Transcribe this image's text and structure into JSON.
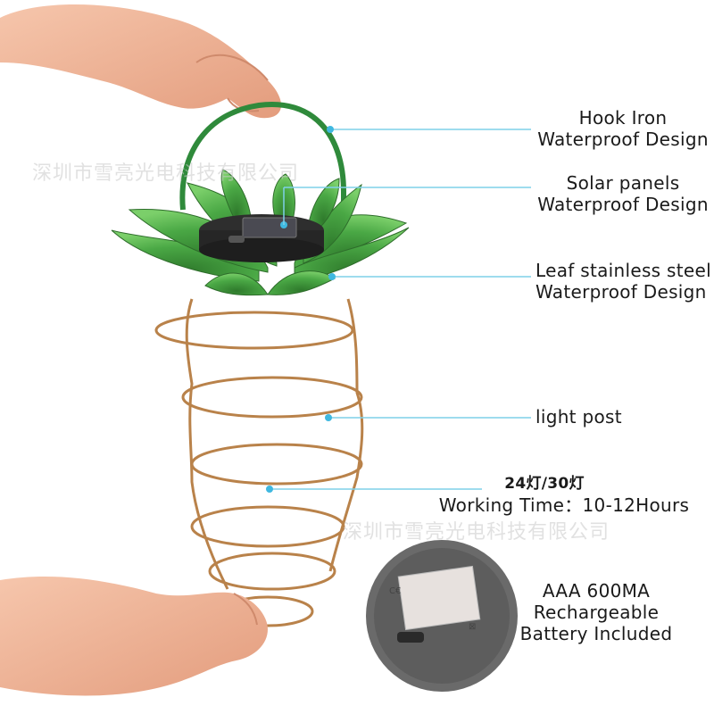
{
  "callouts": {
    "hook": {
      "line1": "Hook Iron",
      "line2": "Waterproof Design"
    },
    "solar": {
      "line1": "Solar panels",
      "line2": "Waterproof Design"
    },
    "leaf": {
      "line1": "Leaf stainless steel",
      "line2": "Waterproof Design"
    },
    "post": {
      "line1": "light post"
    },
    "working": {
      "line1": "24灯/30灯",
      "line2": "Working Time：10-12Hours"
    },
    "battery": {
      "line1": "AAA 600MA",
      "line2": "Rechargeable",
      "line3": "Battery Included"
    }
  },
  "watermarks": {
    "top": "深圳市雪亮光电科技有限公司",
    "middle": "深圳市雪亮光电科技有限公司"
  },
  "colors": {
    "callout_line": "#7fd0e8",
    "callout_dot": "#3fb8e0",
    "leaf_green": "#3f9a3c",
    "copper_wire": "#b9824a",
    "skin": "#f0b79a"
  }
}
